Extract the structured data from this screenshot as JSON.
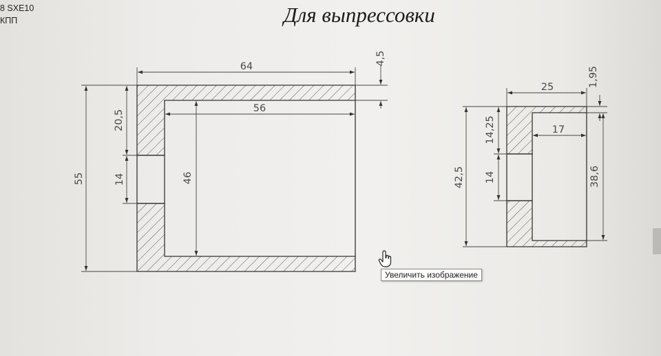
{
  "side_text": [
    "8 SXE10",
    "КПП"
  ],
  "title": "Для выпрессовки",
  "left_part": {
    "dim_width": "64",
    "dim_wall": "4,5",
    "dim_height": "55",
    "dim_upper": "20,5",
    "dim_slot": "14",
    "dim_inner_width": "56",
    "dim_inner_height": "46"
  },
  "right_part": {
    "dim_width": "25",
    "dim_wall": "1,95",
    "dim_height": "42,5",
    "dim_upper": "14,25",
    "dim_slot": "14",
    "dim_inner_width": "17",
    "dim_inner_height": "38,6"
  },
  "tooltip": "Увеличить изображение"
}
